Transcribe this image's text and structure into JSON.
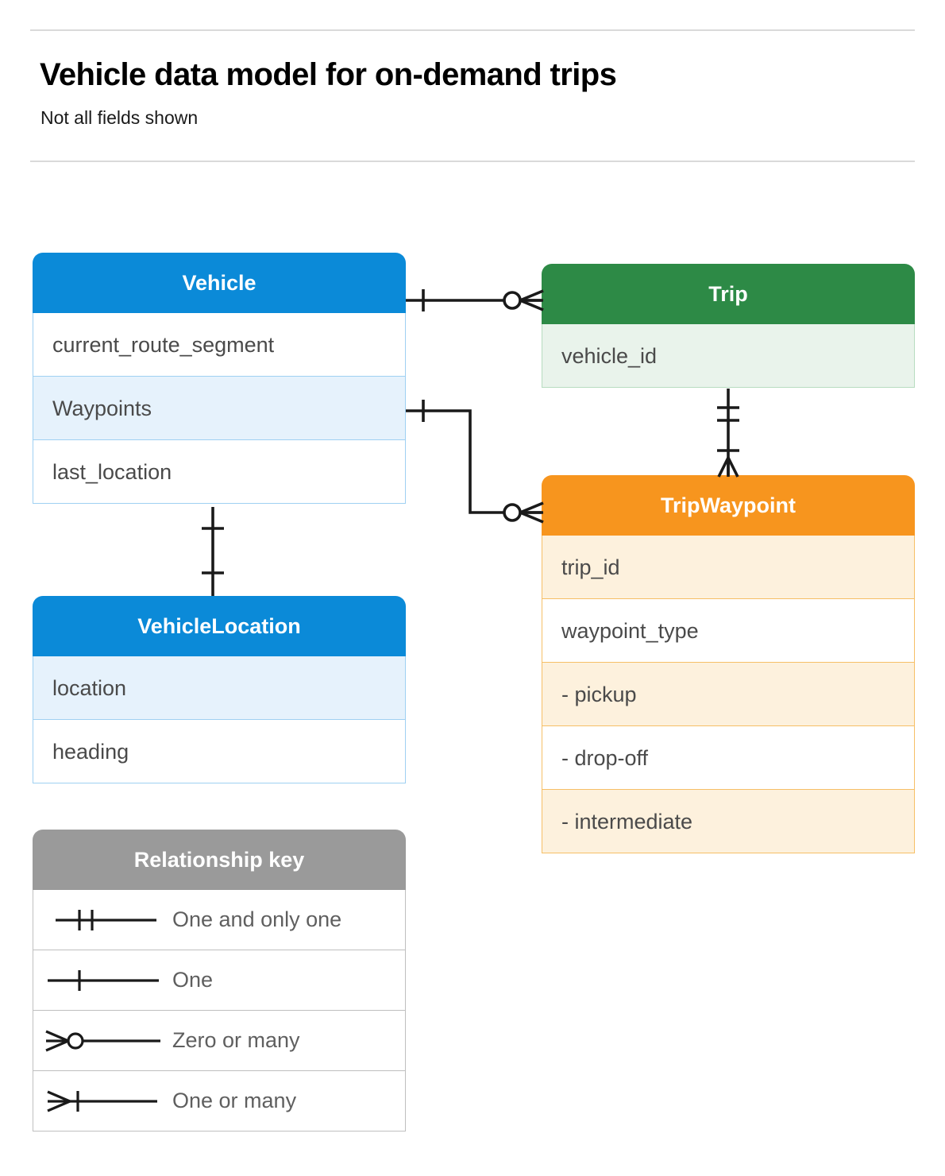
{
  "header": {
    "title": "Vehicle data model for on-demand trips",
    "subtitle": "Not all fields shown"
  },
  "entities": {
    "vehicle": {
      "name": "Vehicle",
      "color": "#0b8ad8",
      "fields": [
        "current_route_segment",
        "Waypoints",
        "last_location"
      ]
    },
    "trip": {
      "name": "Trip",
      "color": "#2d8a46",
      "fields": [
        "vehicle_id"
      ]
    },
    "tripwaypoint": {
      "name": "TripWaypoint",
      "color": "#f7951e",
      "fields": [
        "trip_id",
        "waypoint_type",
        "-  pickup",
        "-  drop-off",
        "-  intermediate"
      ]
    },
    "vehiclelocation": {
      "name": "VehicleLocation",
      "color": "#0b8ad8",
      "fields": [
        "location",
        "heading"
      ]
    }
  },
  "legend": {
    "title": "Relationship key",
    "color": "#9a9a9a",
    "items": [
      {
        "label": "One and only one",
        "glyph": "one-and-only-one-icon"
      },
      {
        "label": "One",
        "glyph": "one-icon"
      },
      {
        "label": "Zero or many",
        "glyph": "zero-or-many-icon"
      },
      {
        "label": "One or many",
        "glyph": "one-or-many-icon"
      }
    ]
  },
  "relationships": [
    {
      "from": "Vehicle",
      "to": "Trip",
      "from_card": "One",
      "to_card": "Zero or many"
    },
    {
      "from": "Vehicle.Waypoints",
      "to": "TripWaypoint",
      "from_card": "One",
      "to_card": "Zero or many"
    },
    {
      "from": "Trip",
      "to": "TripWaypoint",
      "from_card": "One and only one",
      "to_card": "One or many"
    },
    {
      "from": "Vehicle",
      "to": "VehicleLocation",
      "from_card": "One",
      "to_card": "One"
    }
  ]
}
